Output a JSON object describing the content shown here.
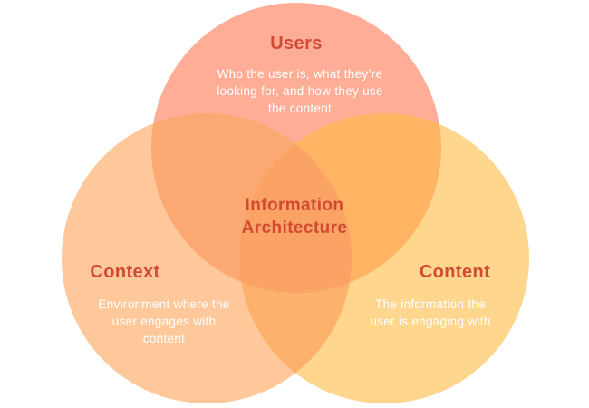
{
  "diagram": {
    "type": "venn",
    "title": "Information Architecture",
    "center_label": {
      "lines": [
        "Information",
        "Architecture"
      ]
    },
    "circles": [
      {
        "id": "users",
        "label": "Users",
        "description_lines": [
          "Who the user is, what they’re",
          "looking for, and how they use",
          "the content"
        ]
      },
      {
        "id": "context",
        "label": "Context",
        "description_lines": [
          "Environment where the",
          "user engages with",
          "content"
        ]
      },
      {
        "id": "content",
        "label": "Content",
        "description_lines": [
          "The information the",
          "user is engaging with"
        ]
      }
    ],
    "colors": {
      "background": "#ffffff",
      "heading_text": "#d24a31",
      "body_text": "#ffffff",
      "users_only": "#ffad97",
      "context_only": "#fec89b",
      "content_only": "#ffd68e",
      "users_context_overlap": "#fba873",
      "users_content_overlap": "#ffb464",
      "context_content_overlap": "#fcb16d",
      "center_overlap": "#faa365"
    }
  }
}
